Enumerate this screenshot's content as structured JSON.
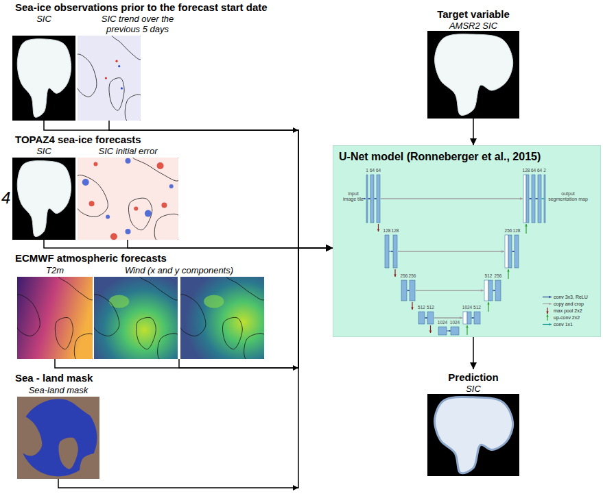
{
  "diagram": {
    "nodes": [
      {
        "text": [
          "SIC"
        ]
      },
      {
        "text": [
          "SIC trend over the previous 5 days"
        ]
      },
      {
        "text": [
          "SIC"
        ]
      },
      {
        "text": [
          "SIC initial error"
        ]
      },
      {
        "text": [
          "T2m"
        ]
      },
      {
        "text": [
          "Wind (x and y components)"
        ]
      },
      {
        "text": [
          "Sea-land mask"
        ]
      },
      {
        "text": [
          "Target variable",
          "AMSR2 SIC"
        ]
      },
      {
        "text": [
          "U-Net model (Ronneberger et al., 2015)"
        ]
      },
      {
        "text": [
          "Prediction",
          "SIC"
        ]
      }
    ],
    "edges": [
      {
        "from": 0,
        "to": 8,
        "arrow": "to"
      },
      {
        "from": 1,
        "to": 8,
        "arrow": "to"
      },
      {
        "from": 2,
        "to": 8,
        "arrow": "to"
      },
      {
        "from": 3,
        "to": 8,
        "arrow": "to"
      },
      {
        "from": 4,
        "to": 8,
        "arrow": "to"
      },
      {
        "from": 5,
        "to": 8,
        "arrow": "to"
      },
      {
        "from": 6,
        "to": 8,
        "arrow": "to"
      },
      {
        "from": 7,
        "to": 8,
        "arrow": "to"
      },
      {
        "from": 8,
        "to": 9,
        "arrow": "to"
      }
    ],
    "labels": [
      "Sea-ice observations prior to the forecast start date",
      "4",
      "TOPAZ4 sea-ice forecasts",
      "ECMWF atmospheric forecasts",
      "Sea - land mask",
      "input image tile",
      "1",
      "64",
      "64",
      "128",
      "64",
      "64",
      "2",
      "output segmentation map",
      "128",
      "128",
      "256",
      "128",
      "256",
      "256",
      "512",
      "256",
      "512",
      "512",
      "1024",
      "512",
      "1024",
      "1024"
    ],
    "legend": [
      {
        "text": "conv 3x3, ReLU"
      },
      {
        "text": "copy and crop"
      },
      {
        "text": "max pool 2x2"
      },
      {
        "text": "up-conv 2x2"
      },
      {
        "text": "conv 1x1"
      }
    ]
  }
}
